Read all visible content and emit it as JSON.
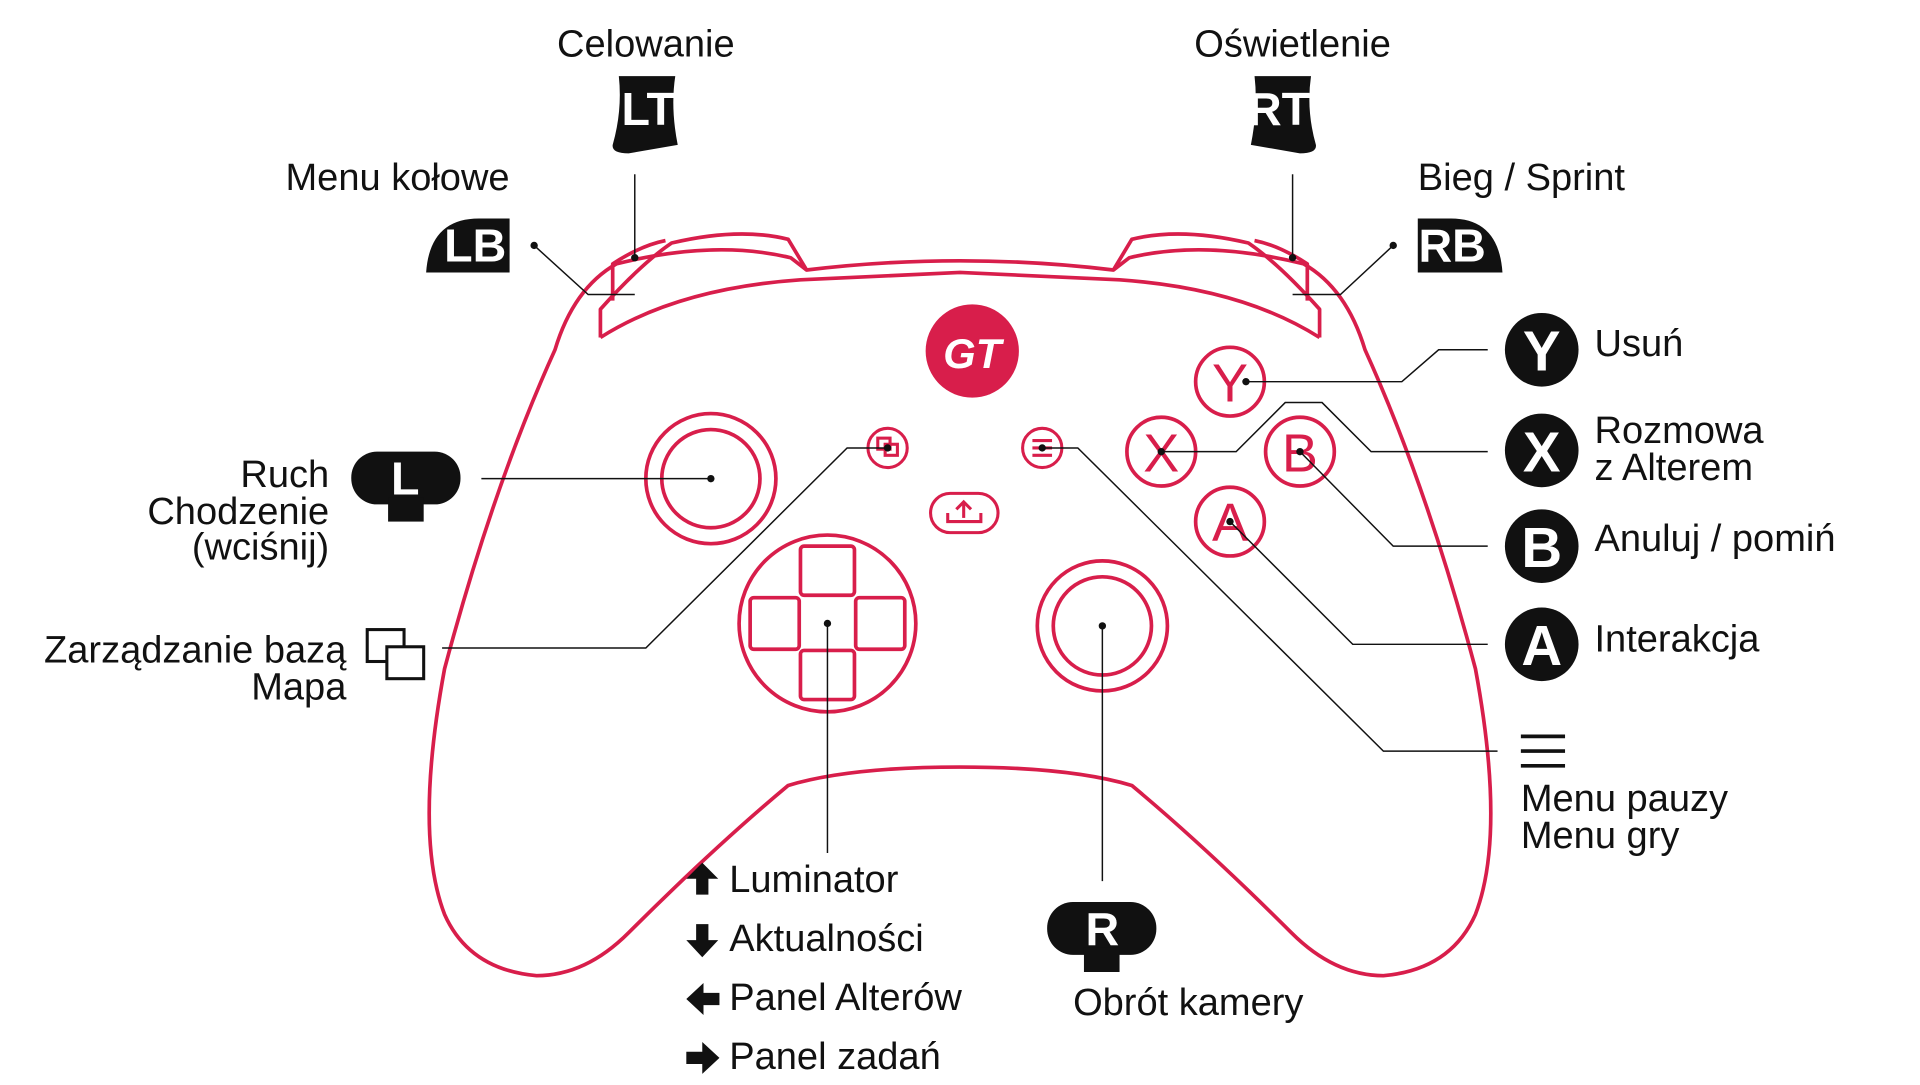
{
  "brand": {
    "logo_text": "GT",
    "accent_color": "#d81e4b",
    "ink_color": "#111111"
  },
  "labels": {
    "celowanie": "Celowanie",
    "oswietlenie": "Oświetlenie",
    "menu_kolowe": "Menu kołowe",
    "bieg_sprint": "Bieg / Sprint",
    "ruch": "Ruch",
    "chodzenie": "Chodzenie",
    "wcisnij": "(wciśnij)",
    "zarzadzanie_baza": "Zarządzanie bazą",
    "mapa": "Mapa",
    "usun": "Usuń",
    "rozmowa_1": "Rozmowa",
    "rozmowa_2": "z Alterem",
    "anuluj": "Anuluj / pomiń",
    "interakcja": "Interakcja",
    "menu_pauzy": "Menu pauzy",
    "menu_gry": "Menu gry",
    "luminator": "Luminator",
    "aktualnosci": "Aktualności",
    "panel_alterow": "Panel Alterów",
    "panel_zadan": "Panel zadań",
    "obrot_kamery": "Obrót kamery"
  },
  "badges": {
    "lt": "LT",
    "rt": "RT",
    "lb": "LB",
    "rb": "RB",
    "l": "L",
    "r": "R"
  },
  "face_buttons": {
    "y": "Y",
    "x": "X",
    "b": "B",
    "a": "A"
  },
  "icons": [
    "view-icon",
    "menu-icon",
    "share-icon",
    "arrow-up-icon",
    "arrow-down-icon",
    "arrow-left-icon",
    "arrow-right-icon"
  ]
}
